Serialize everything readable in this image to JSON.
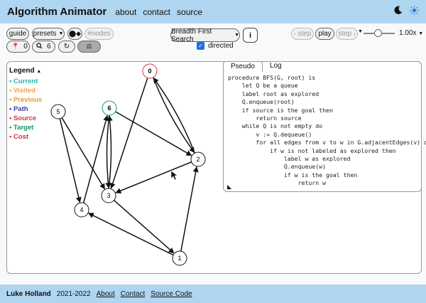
{
  "nav": {
    "brand": "Algorithm Animator",
    "links": [
      "about",
      "contact",
      "source"
    ],
    "theme_icons": [
      "moon-icon",
      "sun-icon"
    ]
  },
  "toolbar": {
    "guide": "guide",
    "presets": "presets",
    "nodes_placeholder": "#nodes",
    "start_node": "0",
    "goal_node": "6",
    "algorithm": "Breadth First Search",
    "info": "i",
    "directed_label": "directed",
    "directed_checked": true,
    "step_back": "step",
    "play": "play",
    "step_forward": "step",
    "speed": "1.00x",
    "speed_level": 0.45
  },
  "legend": {
    "title": "Legend",
    "items": [
      {
        "label": "Current",
        "color": "#26b8a5"
      },
      {
        "label": "Visited",
        "color": "#f0a24f"
      },
      {
        "label": "Previous",
        "color": "#e79b2e"
      },
      {
        "label": "Path",
        "color": "#3a3aa8"
      },
      {
        "label": "Source",
        "color": "#d43b3b"
      },
      {
        "label": "Target",
        "color": "#0d9a59"
      },
      {
        "label": "Cost",
        "color": "#d42f2f"
      }
    ]
  },
  "graph": {
    "nodes": [
      {
        "id": "0",
        "style": "source"
      },
      {
        "id": "1",
        "style": "normal"
      },
      {
        "id": "2",
        "style": "normal"
      },
      {
        "id": "3",
        "style": "normal"
      },
      {
        "id": "4",
        "style": "normal"
      },
      {
        "id": "5",
        "style": "normal"
      },
      {
        "id": "6",
        "style": "target"
      }
    ],
    "edges": [
      {
        "from": "0",
        "to": "2"
      },
      {
        "from": "2",
        "to": "0"
      },
      {
        "from": "0",
        "to": "3"
      },
      {
        "from": "5",
        "to": "3"
      },
      {
        "from": "5",
        "to": "4"
      },
      {
        "from": "6",
        "to": "2"
      },
      {
        "from": "2",
        "to": "3"
      },
      {
        "from": "6",
        "to": "3"
      },
      {
        "from": "3",
        "to": "6"
      },
      {
        "from": "4",
        "to": "6"
      },
      {
        "from": "3",
        "to": "1"
      },
      {
        "from": "1",
        "to": "4"
      },
      {
        "from": "1",
        "to": "2"
      }
    ]
  },
  "code_panel": {
    "tabs": [
      "Pseudo",
      "Log"
    ],
    "active_tab": "Pseudo",
    "lines": [
      "procedure BFS(G, root) is",
      "    let Q be a queue",
      "    label root as explored",
      "    Q.enqueue(root)",
      "    if source is the goal then",
      "        return source",
      "    while Q is not empty do",
      "        v := Q.dequeue()",
      "        for all edges from v to w in G.adjacentEdges(v) do",
      "            if w is not labeled as explored then",
      "                label w as explored",
      "                Q.enqueue(w)",
      "                if w is the goal then",
      "                    return w"
    ]
  },
  "footer": {
    "author": "Luke Holland",
    "years": "2021-2022",
    "links": [
      "About",
      "Contact",
      "Source Code"
    ]
  }
}
